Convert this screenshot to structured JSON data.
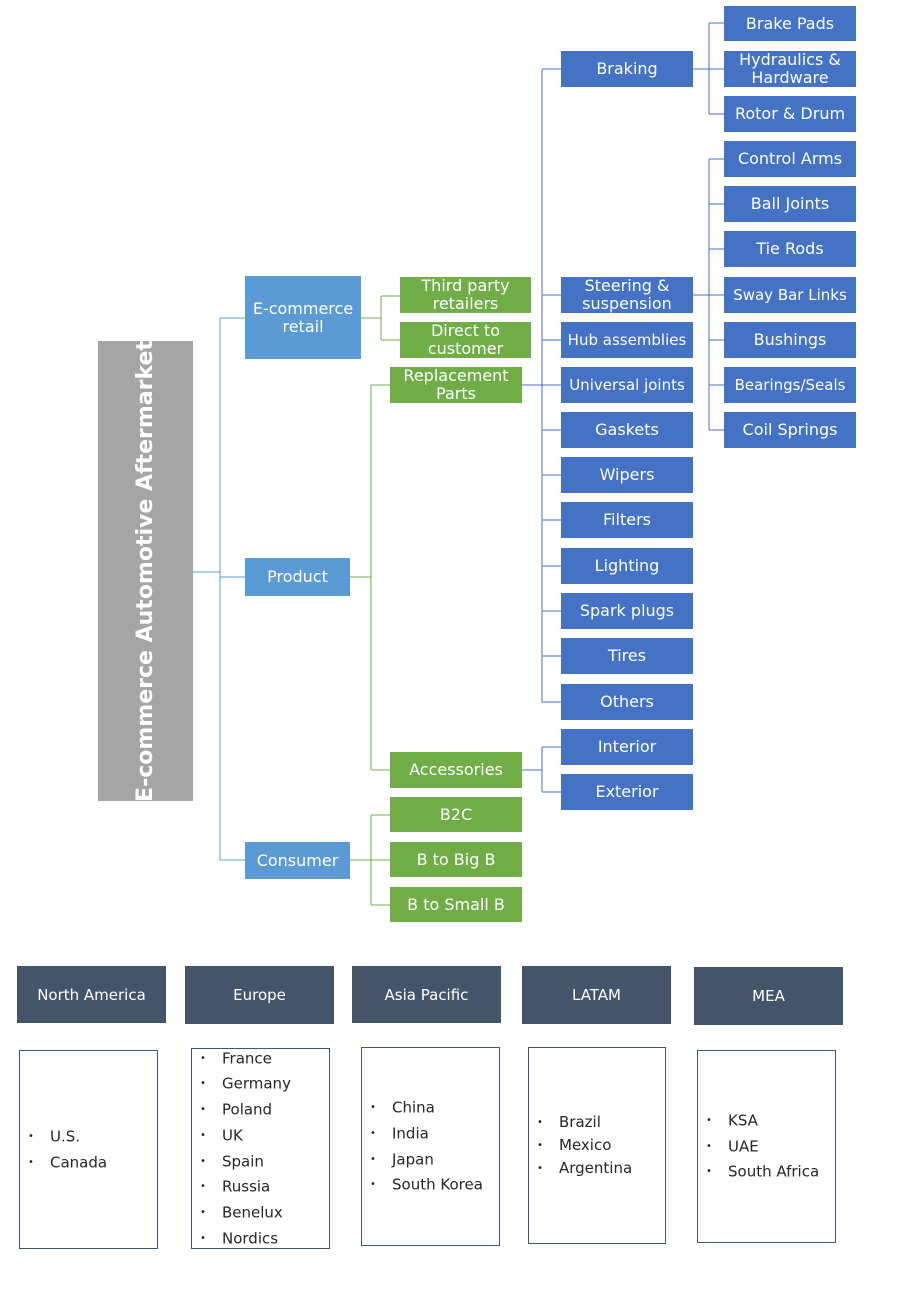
{
  "root": {
    "label": "E-commerce Automotive Aftermarket"
  },
  "level1": {
    "ecommerce": "E-commerce retail",
    "product": "Product",
    "consumer": "Consumer"
  },
  "level2": {
    "third_party": "Third party retailers",
    "direct": "Direct to customer",
    "replacement": "Replacement Parts",
    "accessories": "Accessories",
    "b2c": "B2C",
    "big_b": "B to Big B",
    "small_b": "B to Small B"
  },
  "parts": {
    "braking": "Braking",
    "steering": "Steering & suspension",
    "hub": "Hub assemblies",
    "universal": "Universal joints",
    "gaskets": "Gaskets",
    "wipers": "Wipers",
    "filters": "Filters",
    "lighting": "Lighting",
    "spark": "Spark plugs",
    "tires": "Tires",
    "others": "Others",
    "interior": "Interior",
    "exterior": "Exterior"
  },
  "braking_items": [
    "Brake Pads",
    "Hydraulics & Hardware",
    "Rotor & Drum"
  ],
  "steering_items": [
    "Control Arms",
    "Ball Joints",
    "Tie Rods",
    "Sway Bar Links",
    "Bushings",
    "Bearings/Seals",
    "Coil Springs"
  ],
  "regions": [
    {
      "name": "North America",
      "countries": [
        "U.S.",
        "Canada"
      ]
    },
    {
      "name": "Europe",
      "countries": [
        "France",
        "Germany",
        "Poland",
        "UK",
        "Spain",
        "Russia",
        "Benelux",
        "Nordics"
      ]
    },
    {
      "name": "Asia Pacific",
      "countries": [
        "China",
        "India",
        "Japan",
        "South Korea"
      ]
    },
    {
      "name": "LATAM",
      "countries": [
        "Brazil",
        "Mexico",
        "Argentina"
      ]
    },
    {
      "name": "MEA",
      "countries": [
        "KSA",
        "UAE",
        "South Africa"
      ]
    }
  ],
  "colors": {
    "level1": "#5b9bd5",
    "level2": "#70ad47",
    "parts": "#4472c4",
    "root": "#a5a5a5",
    "region": "#44546a"
  }
}
